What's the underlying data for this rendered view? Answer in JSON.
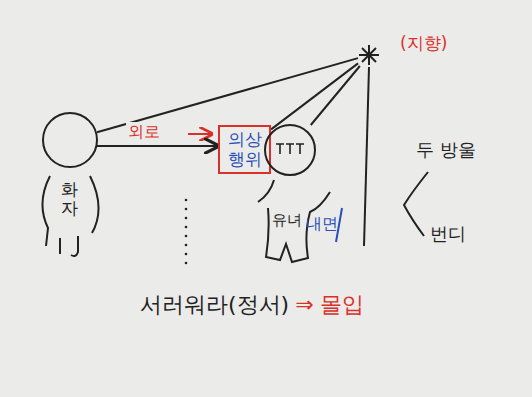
{
  "diagram": {
    "nodes": [
      {
        "text": [
          "화자"
        ]
      },
      {
        "text": [
          "의상 행위"
        ]
      },
      {
        "text": [
          "유녀"
        ]
      },
      {
        "text": [
          "(지향)"
        ]
      }
    ],
    "edges": [
      {
        "from": 0,
        "to": 1,
        "arrow": "to",
        "label": "외로"
      },
      {
        "from": 0,
        "to": 3,
        "arrow": "none"
      },
      {
        "from": 1,
        "to": 3,
        "arrow": "none"
      },
      {
        "from": 2,
        "to": 3,
        "arrow": "none"
      }
    ],
    "labels": [
      "내면",
      "두 방울",
      "번디",
      "서러워라(정서)",
      "⇒",
      "몰입"
    ]
  }
}
